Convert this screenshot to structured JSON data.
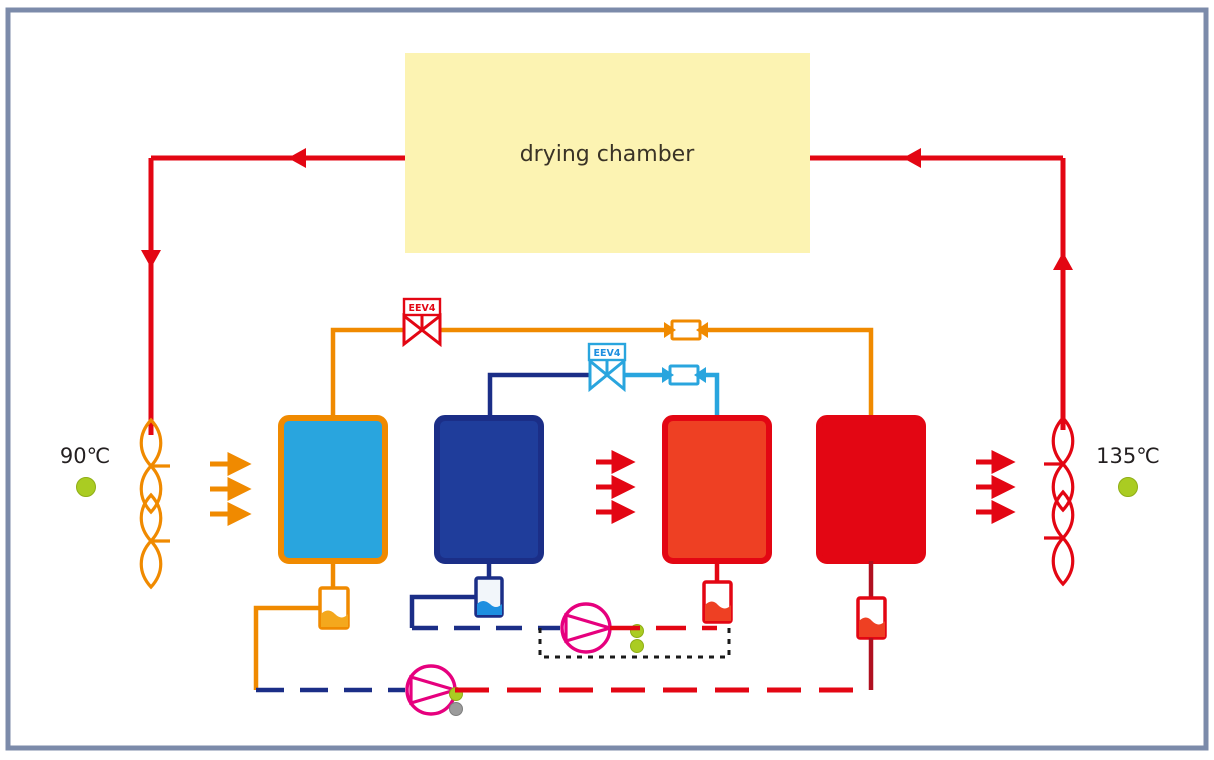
{
  "diagram": {
    "title_block": {
      "drying_chamber_label": "drying chamber"
    },
    "frame": {
      "border_color": "#7C8BAA",
      "background": "#FFFFFF"
    },
    "temperature_readouts": [
      {
        "id": "inlet-air-temp",
        "value": "90℃",
        "side": "left",
        "indicator_color": "#AACC22"
      },
      {
        "id": "outlet-air-temp",
        "value": "135℃",
        "side": "right",
        "indicator_color": "#AACC22"
      }
    ],
    "fans": [
      {
        "id": "fan-left",
        "color": "#F08A00",
        "blades": 4
      },
      {
        "id": "fan-right",
        "color": "#E30613",
        "blades": 4
      }
    ],
    "airflow_arrow_groups": [
      {
        "id": "airflow-left",
        "color": "#F08A00",
        "count": 3,
        "direction": "right"
      },
      {
        "id": "airflow-middle",
        "color": "#E30613",
        "count": 3,
        "direction": "right"
      },
      {
        "id": "airflow-right",
        "color": "#E30613",
        "count": 3,
        "direction": "right"
      }
    ],
    "heat_exchangers": [
      {
        "id": "evaporator-1",
        "fill": "#29A5DE",
        "stroke": "#F08A00",
        "circuit": "orange"
      },
      {
        "id": "evaporator-2",
        "fill": "#1F3D9B",
        "stroke": "#1B2E87",
        "circuit": "blue"
      },
      {
        "id": "condenser-1",
        "fill": "#EE4023",
        "stroke": "#E30613",
        "circuit": "blue"
      },
      {
        "id": "condenser-2",
        "fill": "#E30613",
        "stroke": "#E30613",
        "circuit": "orange"
      }
    ],
    "valves": [
      {
        "id": "eev-orange",
        "label": "EEV4",
        "color": "#E30613",
        "label_bg": "#FFFFFF",
        "type": "electronic-expansion-valve"
      },
      {
        "id": "eev-blue",
        "label": "EEV4",
        "color": "#29A5DE",
        "label_bg": "#FFFFFF",
        "type": "electronic-expansion-valve"
      }
    ],
    "filter_driers": [
      {
        "id": "filter-drier-orange",
        "color": "#F08A00"
      },
      {
        "id": "filter-drier-blue",
        "color": "#29A5DE"
      }
    ],
    "receivers": [
      {
        "id": "receiver-orange",
        "liquid_color": "#F4A81D",
        "border": "#F08A00",
        "level": "high"
      },
      {
        "id": "receiver-blue",
        "liquid_color": "#1E8FE0",
        "border": "#1B2E87",
        "level": "low"
      },
      {
        "id": "receiver-red-1",
        "liquid_color": "#EE4023",
        "border": "#E30613",
        "level": "mid"
      },
      {
        "id": "receiver-red-2",
        "liquid_color": "#EE4023",
        "border": "#E30613",
        "level": "mid"
      }
    ],
    "compressors": [
      {
        "id": "compressor-upper",
        "color": "#E6007E",
        "sensors": [
          {
            "color": "#AACC22"
          },
          {
            "color": "#AACC22"
          }
        ]
      },
      {
        "id": "compressor-lower",
        "color": "#E6007E",
        "sensors": [
          {
            "color": "#AACC22"
          },
          {
            "color": "#9B9B9B"
          }
        ]
      }
    ],
    "piping": {
      "air_loop_color": "#E30613",
      "orange_circuit_color": "#F08A00",
      "blue_circuit_color": "#29A5DE",
      "navy_circuit_color": "#1B2E87",
      "hot_gas_color": "#E30613",
      "control_line_color": "#1A1A1A",
      "control_line_style": "dotted"
    }
  }
}
